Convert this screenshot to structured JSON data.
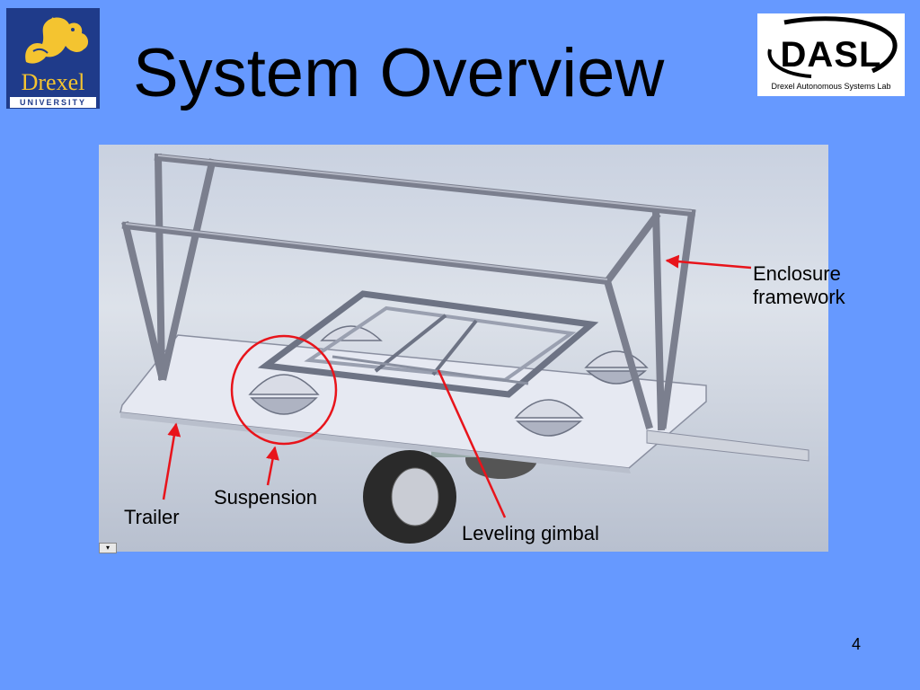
{
  "slide": {
    "title": "System Overview",
    "page_number": "4"
  },
  "logos": {
    "left": {
      "word": "Drexel",
      "sub": "UNIVERSITY",
      "icon": "dragon-icon"
    },
    "right": {
      "word": "DASL",
      "sub": "Drexel Autonomous Systems Lab"
    }
  },
  "callouts": {
    "enclosure_line1": "Enclosure",
    "enclosure_line2": "framework",
    "suspension": "Suspension",
    "trailer": "Trailer",
    "leveling": "Leveling gimbal"
  },
  "colors": {
    "background": "#6699ff",
    "arrow": "#e8141b"
  },
  "corner_button_glyph": "▾"
}
